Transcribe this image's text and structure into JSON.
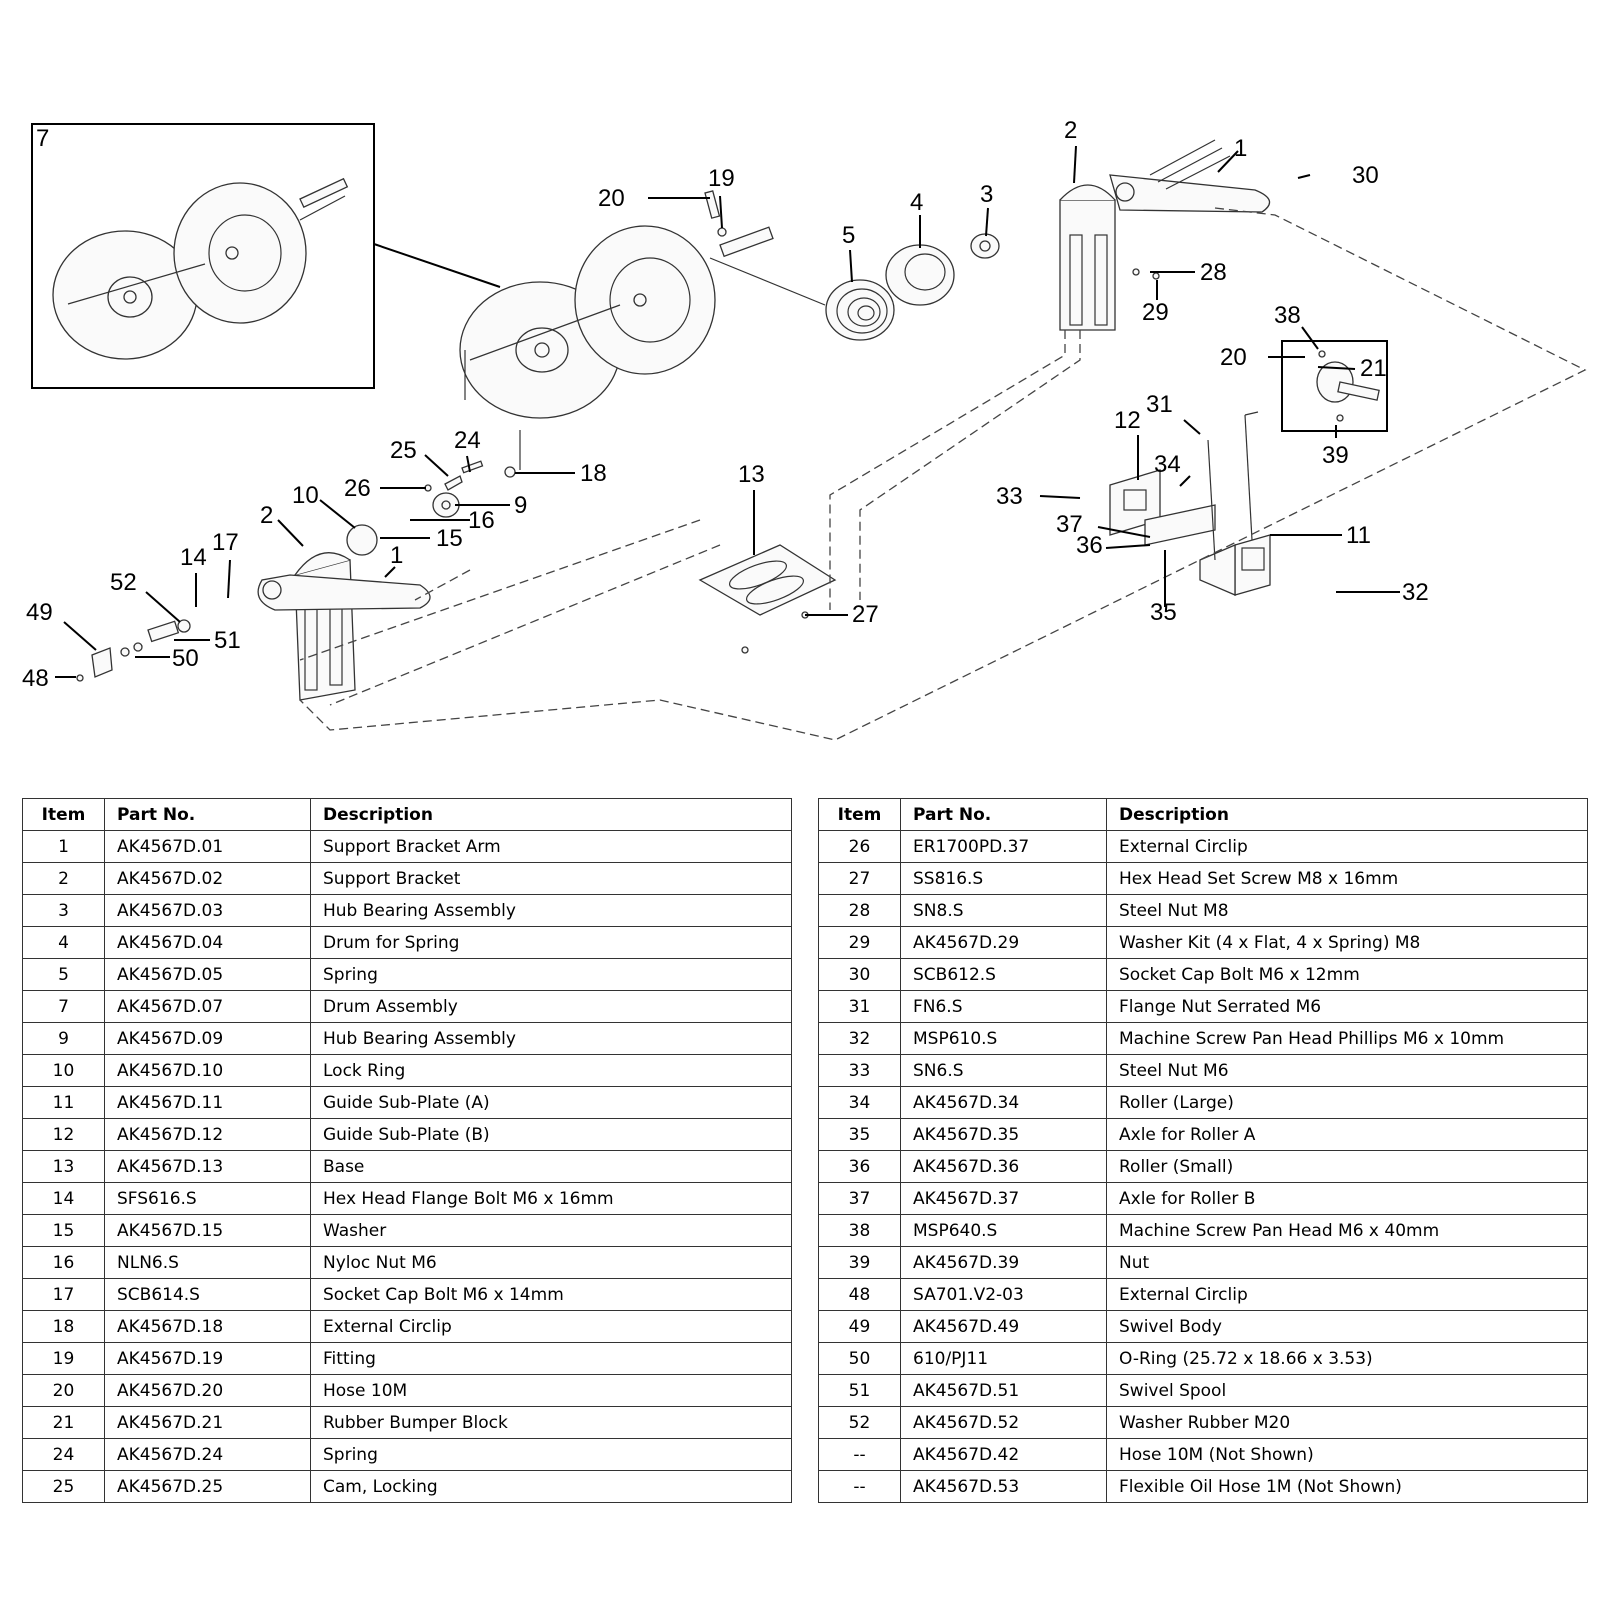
{
  "diagram": {
    "callouts": [
      "7",
      "2",
      "1",
      "30",
      "20",
      "19",
      "4",
      "3",
      "5",
      "28",
      "29",
      "38",
      "21",
      "20",
      "39",
      "31",
      "12",
      "34",
      "33",
      "11",
      "37",
      "36",
      "32",
      "35",
      "25",
      "24",
      "18",
      "26",
      "9",
      "16",
      "10",
      "15",
      "2",
      "13",
      "1",
      "17",
      "14",
      "52",
      "51",
      "27",
      "49",
      "50",
      "48"
    ]
  },
  "tables": {
    "headers": {
      "item": "Item",
      "part_no": "Part No.",
      "description": "Description"
    },
    "left": [
      {
        "item": "1",
        "part_no": "AK4567D.01",
        "description": "Support Bracket Arm"
      },
      {
        "item": "2",
        "part_no": "AK4567D.02",
        "description": "Support Bracket"
      },
      {
        "item": "3",
        "part_no": "AK4567D.03",
        "description": "Hub Bearing Assembly"
      },
      {
        "item": "4",
        "part_no": "AK4567D.04",
        "description": "Drum for Spring"
      },
      {
        "item": "5",
        "part_no": "AK4567D.05",
        "description": "Spring"
      },
      {
        "item": "7",
        "part_no": "AK4567D.07",
        "description": "Drum Assembly"
      },
      {
        "item": "9",
        "part_no": "AK4567D.09",
        "description": "Hub Bearing Assembly"
      },
      {
        "item": "10",
        "part_no": "AK4567D.10",
        "description": "Lock Ring"
      },
      {
        "item": "11",
        "part_no": "AK4567D.11",
        "description": "Guide Sub-Plate (A)"
      },
      {
        "item": "12",
        "part_no": "AK4567D.12",
        "description": "Guide Sub-Plate (B)"
      },
      {
        "item": "13",
        "part_no": "AK4567D.13",
        "description": "Base"
      },
      {
        "item": "14",
        "part_no": "SFS616.S",
        "description": "Hex Head Flange Bolt M6 x 16mm"
      },
      {
        "item": "15",
        "part_no": "AK4567D.15",
        "description": "Washer"
      },
      {
        "item": "16",
        "part_no": "NLN6.S",
        "description": "Nyloc Nut M6"
      },
      {
        "item": "17",
        "part_no": "SCB614.S",
        "description": "Socket Cap Bolt M6 x 14mm"
      },
      {
        "item": "18",
        "part_no": "AK4567D.18",
        "description": "External Circlip"
      },
      {
        "item": "19",
        "part_no": "AK4567D.19",
        "description": "Fitting"
      },
      {
        "item": "20",
        "part_no": "AK4567D.20",
        "description": "Hose 10M"
      },
      {
        "item": "21",
        "part_no": "AK4567D.21",
        "description": "Rubber Bumper Block"
      },
      {
        "item": "24",
        "part_no": "AK4567D.24",
        "description": "Spring"
      },
      {
        "item": "25",
        "part_no": "AK4567D.25",
        "description": "Cam, Locking"
      }
    ],
    "right": [
      {
        "item": "26",
        "part_no": "ER1700PD.37",
        "description": "External Circlip"
      },
      {
        "item": "27",
        "part_no": "SS816.S",
        "description": "Hex Head Set Screw M8 x 16mm"
      },
      {
        "item": "28",
        "part_no": "SN8.S",
        "description": "Steel Nut M8"
      },
      {
        "item": "29",
        "part_no": "AK4567D.29",
        "description": "Washer Kit (4 x Flat, 4 x Spring) M8"
      },
      {
        "item": "30",
        "part_no": "SCB612.S",
        "description": "Socket Cap Bolt M6 x 12mm"
      },
      {
        "item": "31",
        "part_no": "FN6.S",
        "description": "Flange Nut Serrated M6"
      },
      {
        "item": "32",
        "part_no": "MSP610.S",
        "description": "Machine Screw Pan Head Phillips M6 x 10mm"
      },
      {
        "item": "33",
        "part_no": "SN6.S",
        "description": "Steel Nut M6"
      },
      {
        "item": "34",
        "part_no": "AK4567D.34",
        "description": "Roller (Large)"
      },
      {
        "item": "35",
        "part_no": "AK4567D.35",
        "description": "Axle for Roller A"
      },
      {
        "item": "36",
        "part_no": "AK4567D.36",
        "description": "Roller (Small)"
      },
      {
        "item": "37",
        "part_no": "AK4567D.37",
        "description": "Axle for Roller B"
      },
      {
        "item": "38",
        "part_no": "MSP640.S",
        "description": "Machine Screw Pan Head M6 x 40mm"
      },
      {
        "item": "39",
        "part_no": "AK4567D.39",
        "description": "Nut"
      },
      {
        "item": "48",
        "part_no": "SA701.V2-03",
        "description": "External Circlip"
      },
      {
        "item": "49",
        "part_no": "AK4567D.49",
        "description": "Swivel Body"
      },
      {
        "item": "50",
        "part_no": "610/PJ11",
        "description": "O-Ring (25.72 x 18.66 x 3.53)"
      },
      {
        "item": "51",
        "part_no": "AK4567D.51",
        "description": "Swivel Spool"
      },
      {
        "item": "52",
        "part_no": "AK4567D.52",
        "description": "Washer Rubber M20"
      },
      {
        "item": "--",
        "part_no": "AK4567D.42",
        "description": "Hose 10M (Not Shown)"
      },
      {
        "item": "--",
        "part_no": "AK4567D.53",
        "description": "Flexible Oil Hose 1M (Not Shown)"
      }
    ]
  }
}
